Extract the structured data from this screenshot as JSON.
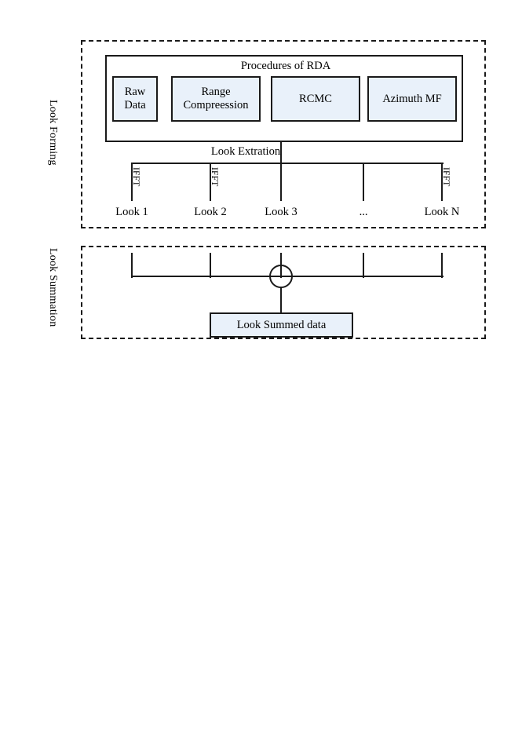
{
  "figure": {
    "sections": [
      {
        "label": "Look Forming"
      },
      {
        "label": "Look Summation"
      }
    ]
  },
  "look_forming": {
    "rda": {
      "title": "Procedures of RDA",
      "stages": [
        {
          "label": "Raw\nData",
          "line1": "Raw",
          "line2": "Data"
        },
        {
          "label": "Range\nCompreession",
          "line1": "Range",
          "line2": "Compreession"
        },
        {
          "label": "RCMC",
          "line1": "RCMC",
          "line2": ""
        },
        {
          "label": "Azimuth MF",
          "line1": "Azimuth MF",
          "line2": ""
        }
      ]
    },
    "extraction_label": "Look Extration",
    "branches": [
      {
        "name": "Look 1",
        "transform": "IFFT"
      },
      {
        "name": "Look 2",
        "transform": "IFFT"
      },
      {
        "name": "Look 3",
        "transform": ""
      },
      {
        "name": "...",
        "transform": ""
      },
      {
        "name": "Look N",
        "transform": "IFFT"
      }
    ]
  },
  "look_summation": {
    "operator": "summing-junction",
    "output_box_label": "Look Summed data",
    "input_count": 5
  },
  "colors": {
    "block_fill": "#e9f1fa",
    "stroke": "#1a1a1a",
    "background": "#ffffff"
  }
}
